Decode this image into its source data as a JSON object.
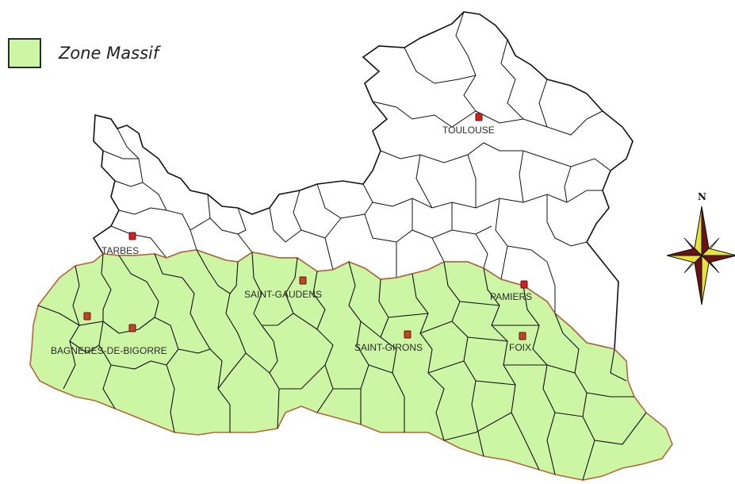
{
  "legend": {
    "label": "Zone Massif",
    "color": "#ccf5a4"
  },
  "colors": {
    "massif_fill": "#ccf5a4",
    "border": "#111111",
    "outer_border": "#b06a3a",
    "marker": "#cc2222"
  },
  "cities": {
    "toulouse": "TOULOUSE",
    "tarbes": "TARBES",
    "saint_gaudens": "SAINT-GAUDENS",
    "pamiers": "PAMIERS",
    "bagneres": "BAGNERES-DE-BIGORRE",
    "saint_girons": "SAINT-GIRONS",
    "foix": "FOIX"
  },
  "compass": {
    "north_label": "N"
  }
}
